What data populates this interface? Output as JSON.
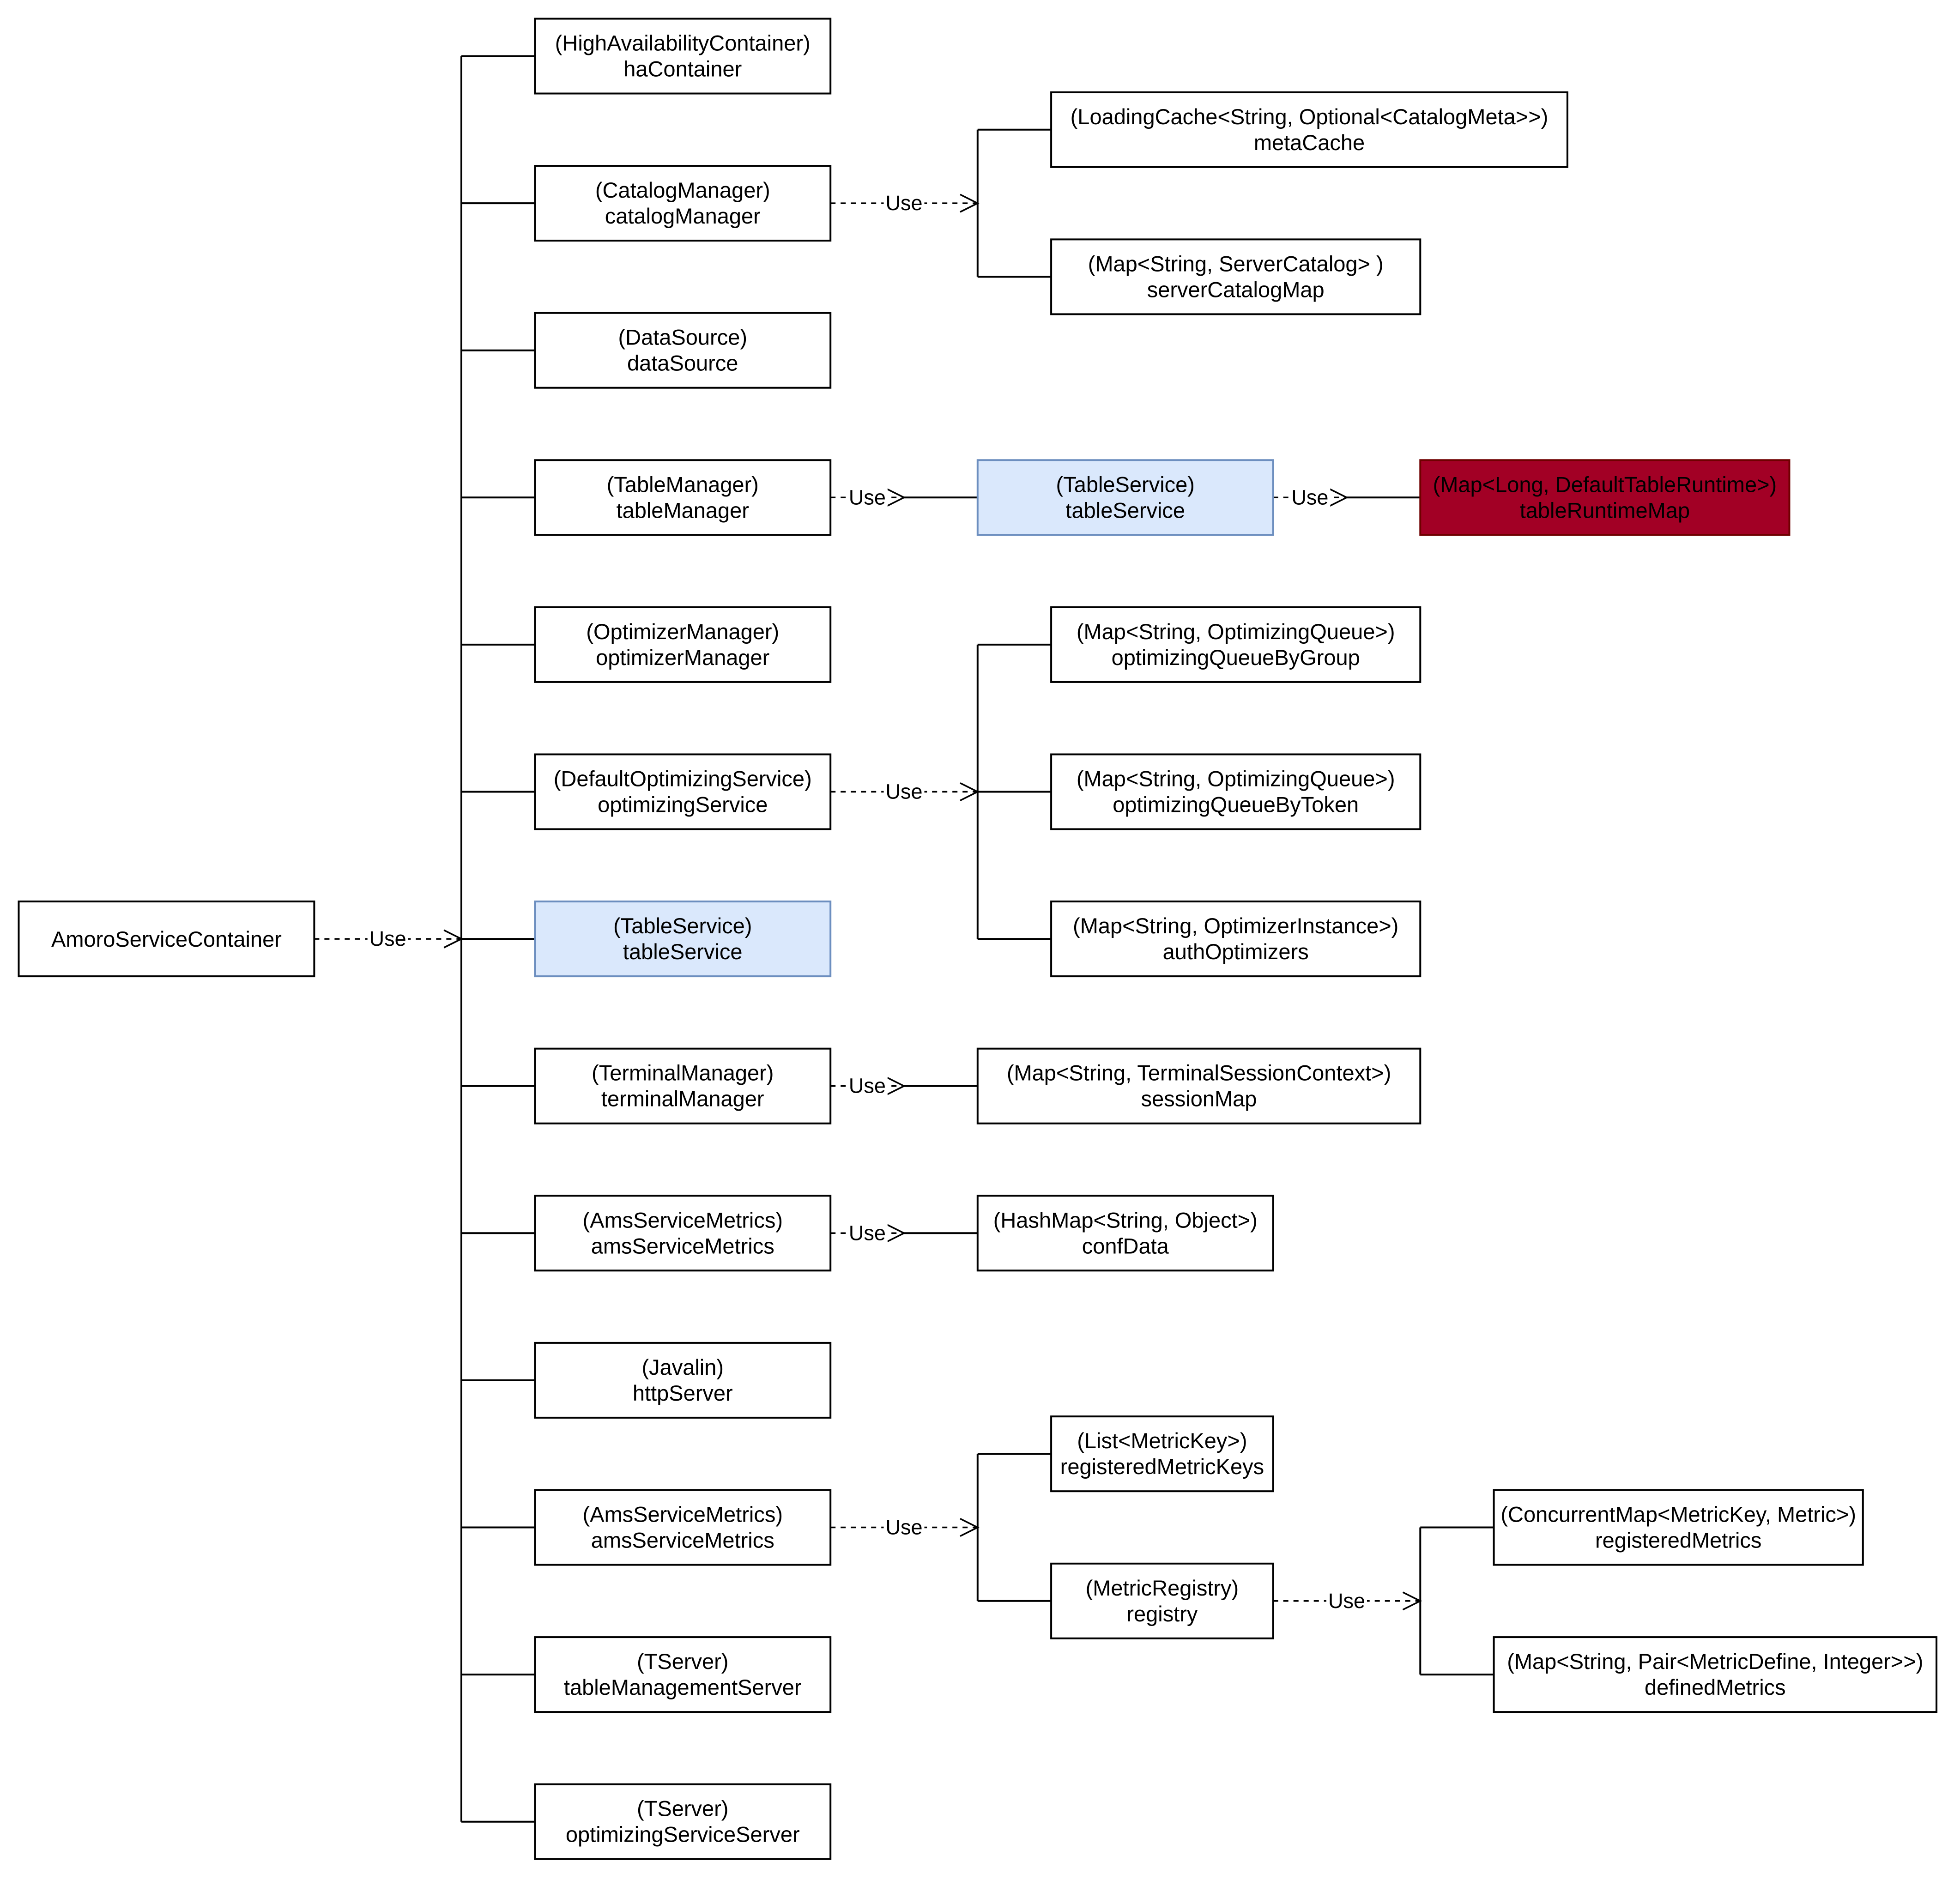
{
  "edge_label": "Use",
  "colors": {
    "default_fill": "#ffffff",
    "default_stroke": "#000000",
    "service_fill": "#dae8fc",
    "service_stroke": "#6c8ebf",
    "highlight_fill": "#a20025",
    "highlight_stroke": "#6f0000",
    "highlight_text": "#ffffff"
  },
  "nodes": [
    {
      "id": "root",
      "title": "",
      "name": "AmoroServiceContainer",
      "style": "default"
    },
    {
      "id": "haContainer",
      "title": "(HighAvailabilityContainer)",
      "name": "haContainer",
      "style": "default"
    },
    {
      "id": "catalogManager",
      "title": "(CatalogManager)",
      "name": "catalogManager",
      "style": "default"
    },
    {
      "id": "dataSource",
      "title": "(DataSource)",
      "name": "dataSource",
      "style": "default"
    },
    {
      "id": "tableManager",
      "title": "(TableManager)",
      "name": "tableManager",
      "style": "default"
    },
    {
      "id": "optimizerManager",
      "title": "(OptimizerManager)",
      "name": "optimizerManager",
      "style": "default"
    },
    {
      "id": "optimizingService",
      "title": "(DefaultOptimizingService)",
      "name": "optimizingService",
      "style": "default"
    },
    {
      "id": "tableService",
      "title": "(TableService)",
      "name": "tableService",
      "style": "service"
    },
    {
      "id": "terminalManager",
      "title": "(TerminalManager)",
      "name": "terminalManager",
      "style": "default"
    },
    {
      "id": "amsServiceMetrics1",
      "title": "(AmsServiceMetrics)",
      "name": "amsServiceMetrics",
      "style": "default"
    },
    {
      "id": "httpServer",
      "title": "(Javalin)",
      "name": "httpServer",
      "style": "default"
    },
    {
      "id": "amsServiceMetrics2",
      "title": "(AmsServiceMetrics)",
      "name": "amsServiceMetrics",
      "style": "default"
    },
    {
      "id": "tableManagementServer",
      "title": "(TServer)",
      "name": "tableManagementServer",
      "style": "default"
    },
    {
      "id": "optimizingServiceServer",
      "title": "(TServer)",
      "name": "optimizingServiceServer",
      "style": "default"
    },
    {
      "id": "metaCache",
      "title": "(LoadingCache<String, Optional<CatalogMeta>>)",
      "name": "metaCache",
      "style": "default"
    },
    {
      "id": "serverCatalogMap",
      "title": "(Map<String, ServerCatalog> )",
      "name": "serverCatalogMap",
      "style": "default"
    },
    {
      "id": "tableService2",
      "title": "(TableService)",
      "name": "tableService",
      "style": "service"
    },
    {
      "id": "tableRuntimeMap",
      "title": "(Map<Long, DefaultTableRuntime>)",
      "name": "tableRuntimeMap",
      "style": "highlight"
    },
    {
      "id": "optimizingQueueByGroup",
      "title": "(Map<String, OptimizingQueue>)",
      "name": "optimizingQueueByGroup",
      "style": "default"
    },
    {
      "id": "optimizingQueueByToken",
      "title": "(Map<String, OptimizingQueue>)",
      "name": "optimizingQueueByToken",
      "style": "default"
    },
    {
      "id": "authOptimizers",
      "title": "(Map<String, OptimizerInstance>)",
      "name": "authOptimizers",
      "style": "default"
    },
    {
      "id": "sessionMap",
      "title": "(Map<String, TerminalSessionContext>)",
      "name": "sessionMap",
      "style": "default"
    },
    {
      "id": "confData",
      "title": "(HashMap<String, Object>)",
      "name": "confData",
      "style": "default"
    },
    {
      "id": "registeredMetricKeys",
      "title": "(List<MetricKey>)",
      "name": "registeredMetricKeys",
      "style": "default"
    },
    {
      "id": "registry",
      "title": "(MetricRegistry)",
      "name": "registry",
      "style": "default"
    },
    {
      "id": "registeredMetrics",
      "title": "(ConcurrentMap<MetricKey, Metric>)",
      "name": "registeredMetrics",
      "style": "default"
    },
    {
      "id": "definedMetrics",
      "title": "(Map<String, Pair<MetricDefine, Integer>>)",
      "name": "definedMetrics",
      "style": "default"
    }
  ],
  "edges": [
    {
      "from": "root",
      "to": [
        "haContainer",
        "catalogManager",
        "dataSource",
        "tableManager",
        "optimizerManager",
        "optimizingService",
        "tableService",
        "terminalManager",
        "amsServiceMetrics1",
        "httpServer",
        "amsServiceMetrics2",
        "tableManagementServer",
        "optimizingServiceServer"
      ]
    },
    {
      "from": "catalogManager",
      "to": [
        "metaCache",
        "serverCatalogMap"
      ]
    },
    {
      "from": "tableManager",
      "to": [
        "tableService2"
      ]
    },
    {
      "from": "tableService2",
      "to": [
        "tableRuntimeMap"
      ]
    },
    {
      "from": "optimizingService",
      "to": [
        "optimizingQueueByGroup",
        "optimizingQueueByToken",
        "authOptimizers"
      ]
    },
    {
      "from": "terminalManager",
      "to": [
        "sessionMap"
      ]
    },
    {
      "from": "amsServiceMetrics1",
      "to": [
        "confData"
      ]
    },
    {
      "from": "amsServiceMetrics2",
      "to": [
        "registeredMetricKeys",
        "registry"
      ]
    },
    {
      "from": "registry",
      "to": [
        "registeredMetrics",
        "definedMetrics"
      ]
    }
  ]
}
